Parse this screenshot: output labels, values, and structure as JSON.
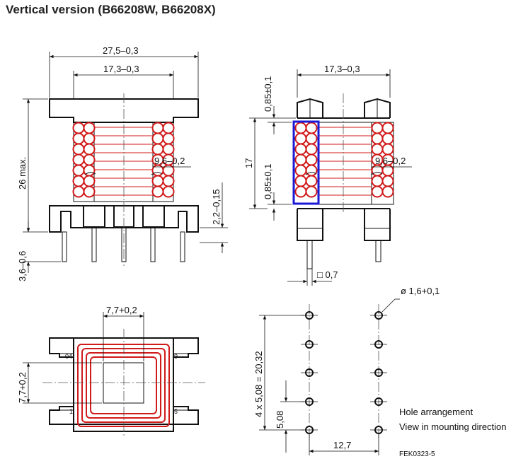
{
  "title": "Vertical version (B66208W, B66208X)",
  "dims": {
    "front_width": "27,5–0,3",
    "front_inner_width": "17,3–0,3",
    "front_height": "26 max.",
    "front_pin_length": "3,6–0,6",
    "front_offset": "2,2–0,15",
    "front_core_d": "9,6–0,2",
    "side_width": "17,3–0,3",
    "side_top_flange": "0,85±0,1",
    "side_height": "17",
    "side_bottom_flange": "0,85±0,1",
    "side_core_d": "9,6–0,2",
    "side_pin_square": "□ 0,7",
    "top_inner_width": "7,7+0,2",
    "top_inner_height": "7,7+0,2",
    "hole_diameter": "ø 1,6+0,1",
    "hole_total_pitch": "4 x 5,08 = 20,32",
    "hole_pitch": "5,08",
    "hole_row_spacing": "12,7"
  },
  "pin_labels": {
    "top_left": "04",
    "top_right": "9",
    "bottom_left": "1",
    "bottom_right": "5"
  },
  "notes": {
    "hole_arrangement": "Hole arrangement",
    "view_direction": "View in mounting direction"
  },
  "figure_code": "FEK0323-5"
}
